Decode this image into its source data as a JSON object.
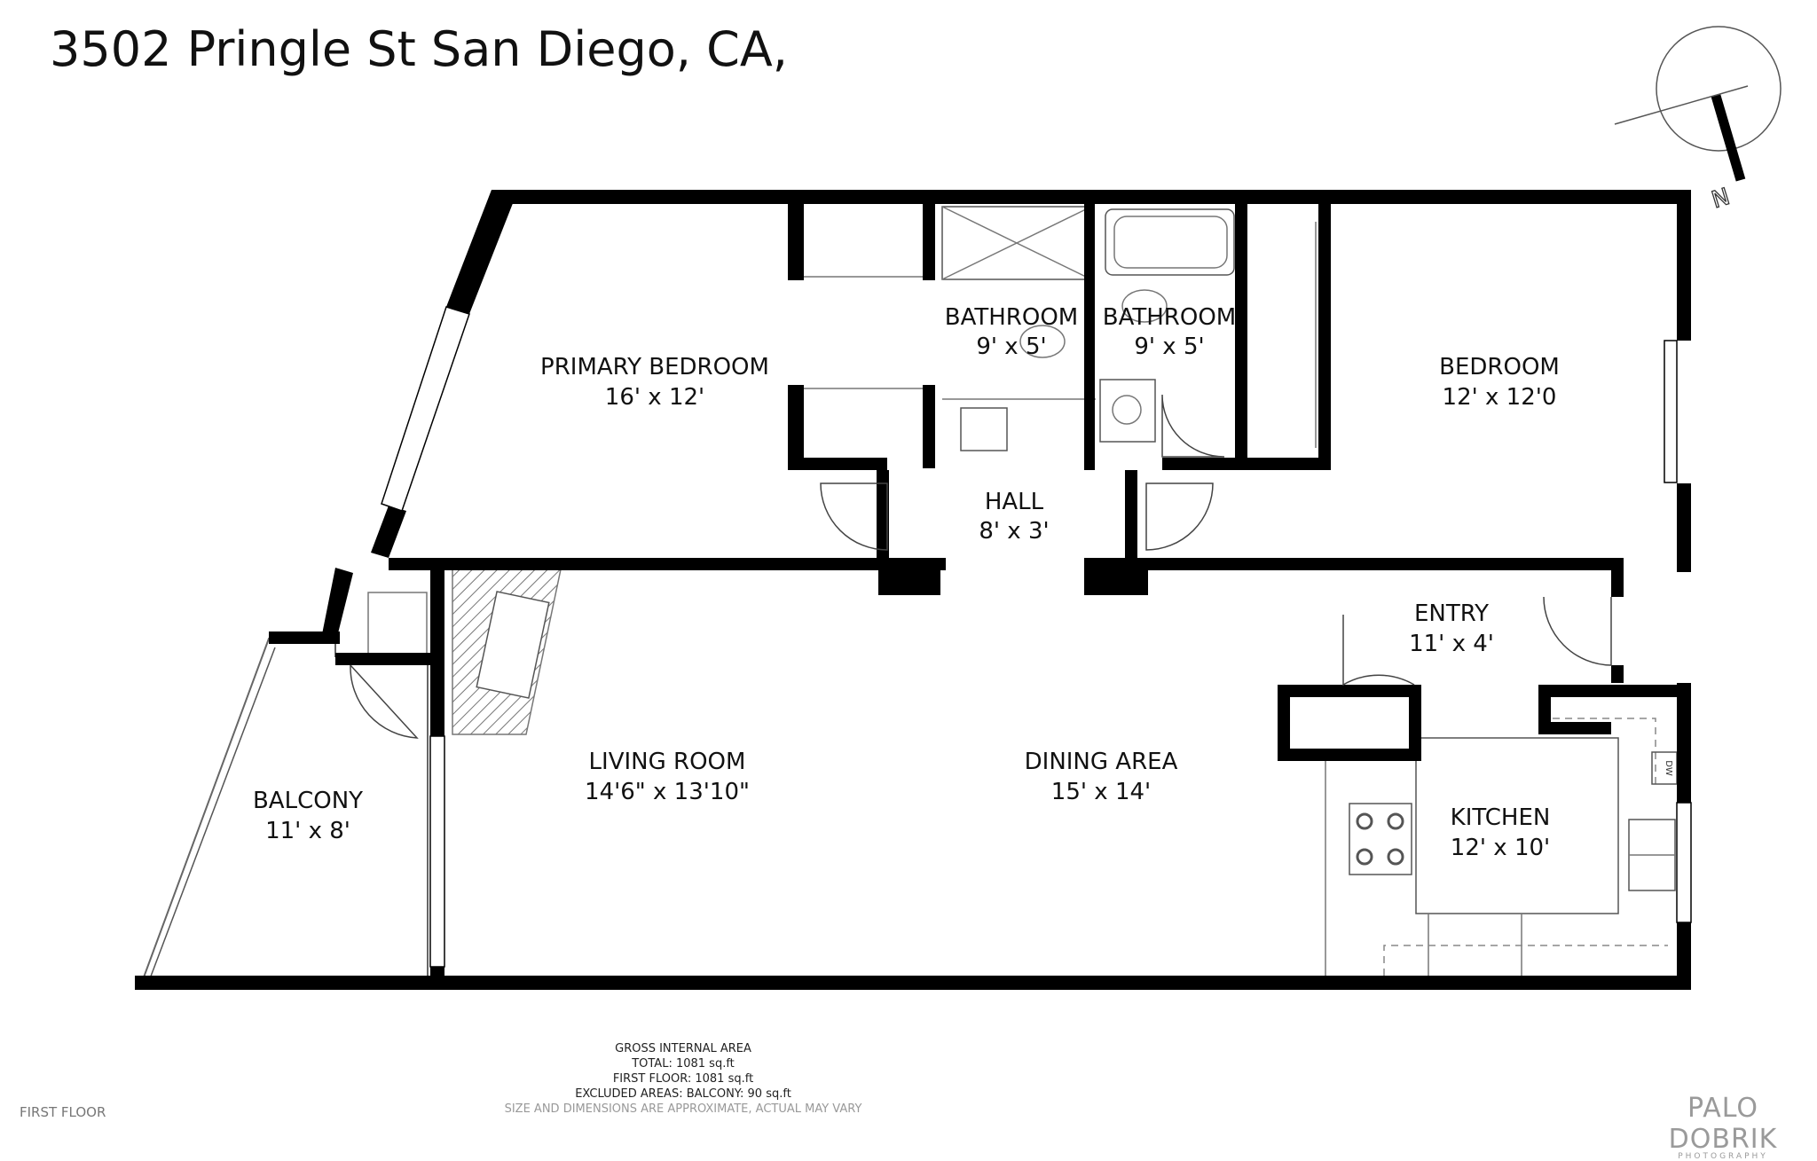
{
  "title": "3502 Pringle St San Diego, CA,",
  "compass": {
    "label": "N",
    "icon": "north-arrow-icon"
  },
  "rooms": {
    "primary_bedroom": {
      "name": "PRIMARY BEDROOM",
      "dims": "16' x 12'"
    },
    "bathroom_1": {
      "name": "BATHROOM",
      "dims": "9' x 5'"
    },
    "bathroom_2": {
      "name": "BATHROOM",
      "dims": "9' x 5'"
    },
    "bedroom": {
      "name": "BEDROOM",
      "dims": "12' x 12'0"
    },
    "hall": {
      "name": "HALL",
      "dims": "8' x 3'"
    },
    "entry": {
      "name": "ENTRY",
      "dims": "11' x 4'"
    },
    "living_room": {
      "name": "LIVING ROOM",
      "dims": "14'6\" x 13'10\""
    },
    "dining_area": {
      "name": "DINING AREA",
      "dims": "15' x 14'"
    },
    "kitchen": {
      "name": "KITCHEN",
      "dims": "12' x 10'"
    },
    "balcony": {
      "name": "BALCONY",
      "dims": "11' x 8'"
    }
  },
  "appliances": {
    "dishwasher": "DW"
  },
  "area_summary": {
    "heading": "GROSS INTERNAL AREA",
    "total": "TOTAL: 1081 sq.ft",
    "first_floor": "FIRST FLOOR: 1081 sq.ft",
    "excluded": "EXCLUDED AREAS: BALCONY: 90 sq.ft",
    "disclaimer": "SIZE AND DIMENSIONS ARE APPROXIMATE, ACTUAL MAY VARY"
  },
  "floor_label": "FIRST FLOOR",
  "logo": {
    "brand": "PALO DOBRIK",
    "sub": "PHOTOGRAPHY"
  },
  "colors": {
    "wall": "#000000",
    "text": "#111111",
    "muted": "#999999"
  }
}
